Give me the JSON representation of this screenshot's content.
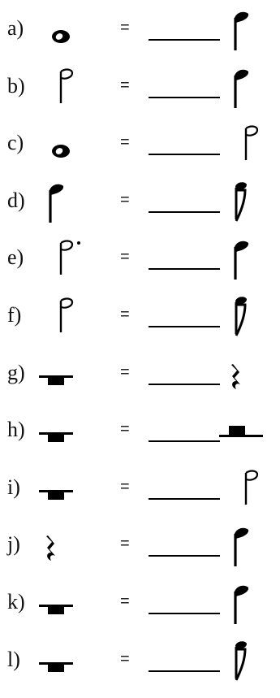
{
  "exercise": {
    "rows": [
      {
        "label": "a)",
        "equals": "=",
        "left": "whole-note-icon",
        "right": "quarter-note-icon"
      },
      {
        "label": "b)",
        "equals": "=",
        "left": "half-note-icon",
        "right": "quarter-note-icon"
      },
      {
        "label": "c)",
        "equals": "=",
        "left": "whole-note-icon",
        "right": "half-note-icon"
      },
      {
        "label": "d)",
        "equals": "=",
        "left": "quarter-note-icon",
        "right": "eighth-note-icon"
      },
      {
        "label": "e)",
        "equals": "=",
        "left": "dotted-half-note-icon",
        "right": "quarter-note-icon"
      },
      {
        "label": "f)",
        "equals": "=",
        "left": "half-note-icon",
        "right": "eighth-note-icon"
      },
      {
        "label": "g)",
        "equals": "=",
        "left": "whole-rest-icon",
        "right": "quarter-rest-icon"
      },
      {
        "label": "h)",
        "equals": "=",
        "left": "whole-rest-icon",
        "right": "half-rest-icon"
      },
      {
        "label": "i)",
        "equals": "=",
        "left": "whole-rest-icon",
        "right": "half-note-icon"
      },
      {
        "label": "j)",
        "equals": "=",
        "left": "quarter-rest-icon",
        "right": "quarter-note-icon"
      },
      {
        "label": "k)",
        "equals": "=",
        "left": "whole-rest-icon",
        "right": "quarter-note-icon"
      },
      {
        "label": "l)",
        "equals": "=",
        "left": "whole-rest-icon",
        "right": "eighth-note-icon"
      }
    ]
  }
}
